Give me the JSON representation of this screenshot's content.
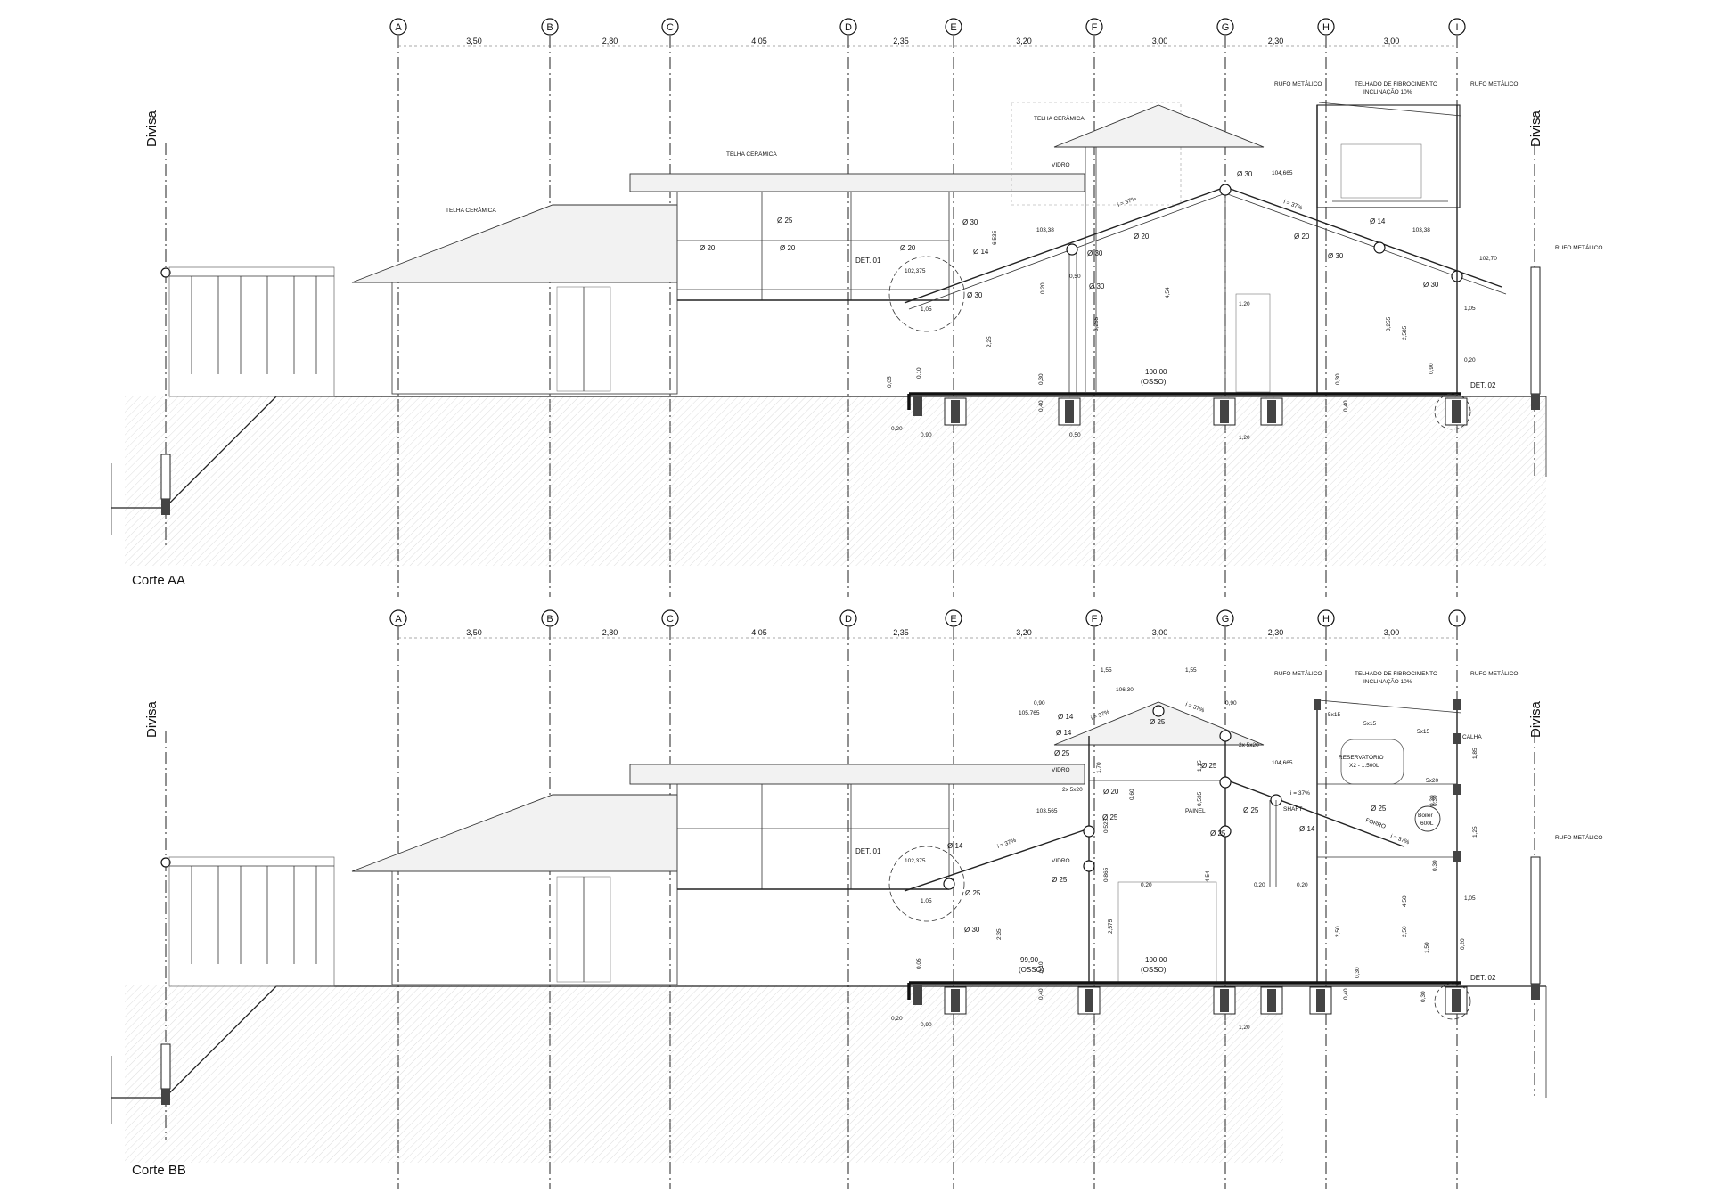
{
  "axes": [
    "A",
    "B",
    "C",
    "D",
    "E",
    "F",
    "G",
    "H",
    "I"
  ],
  "spans": [
    "3,50",
    "2,80",
    "4,05",
    "2,35",
    "3,20",
    "3,00",
    "2,30",
    "3,00"
  ],
  "divisa": "Divisa",
  "section_aa": {
    "title": "Corte AA",
    "labels": {
      "telha_ceramica_1": "TELHA CERÂMICA",
      "telha_ceramica_2": "TELHA CERÂMICA",
      "telha_ceramica_3": "TELHA CERÂMICA",
      "vidro": "VIDRO",
      "rufo_metalico_1": "RUFO METÁLICO",
      "rufo_metalico_2": "RUFO METÁLICO",
      "rufo_metalico_3": "RUFO METÁLICO",
      "telhado_fibrocimento": "TELHADO DE FIBROCIMENTO",
      "inclinacao": "INCLINAÇÃO 10%",
      "det01": "DET. 01",
      "det02": "DET. 02",
      "level_main": "100,00",
      "level_main_sub": "(OSSO)",
      "level_a": "103,38",
      "level_b": "104,665",
      "level_c": "103,38",
      "level_d": "102,375",
      "level_e": "102,70",
      "slope_1": "i = 37%",
      "slope_2": "i = 37%"
    },
    "pipes": [
      "Ø 25",
      "Ø 30",
      "Ø 20",
      "Ø 20",
      "Ø 20",
      "Ø 30",
      "Ø 14",
      "Ø 30",
      "Ø 30",
      "Ø 20",
      "Ø 30",
      "Ø 20",
      "Ø 14",
      "Ø 30",
      "Ø 30"
    ],
    "dims": [
      "6,535",
      "0,50",
      "0,20",
      "3,255",
      "4,54",
      "2,25",
      "1,05",
      "0,05",
      "0,10",
      "0,20",
      "0,90",
      "0,30",
      "0,40",
      "0,50",
      "1,20",
      "0,30",
      "0,40",
      "3,255",
      "2,585",
      "0,90",
      "1,05",
      "0,20",
      "1,20"
    ]
  },
  "section_bb": {
    "title": "Corte BB",
    "labels": {
      "reservatorio": "RESERVATÓRIO",
      "reservatorio_cap": "X2 - 1.500L",
      "boiler": "Boiler",
      "boiler_cap": "600L",
      "calha": "CALHA",
      "shaft": "SHAFT",
      "painel": "PAINEL",
      "forro": "FORRO",
      "vidro_1": "VIDRO",
      "vidro_2": "VIDRO",
      "rufo_metalico_1": "RUFO METÁLICO",
      "rufo_metalico_2": "RUFO METÁLICO",
      "rufo_metalico_3": "RUFO METÁLICO",
      "telhado_fibrocimento": "TELHADO DE FIBROCIMENTO",
      "inclinacao": "INCLINAÇÃO 10%",
      "det01": "DET. 01",
      "det02": "DET. 02",
      "level_main": "100,00",
      "level_main_sub": "(OSSO)",
      "level_low": "99,90",
      "level_low_sub": "(OSSO)",
      "level_a": "105,765",
      "level_b": "106,30",
      "level_c": "104,665",
      "level_d": "103,565",
      "level_e": "102,375",
      "slope_1": "i = 37%",
      "slope_2": "i = 37%",
      "slope_3": "i = 37%",
      "slope_4": "i = 37%",
      "slope_5": "i = 37%",
      "sec_2x_1": "2x 5x20",
      "sec_2x_2": "2x 5x20",
      "sec_5x15_1": "5x15",
      "sec_5x15_2": "5x15",
      "sec_5x15_3": "5x15",
      "sec_5x20": "5x20"
    },
    "pipes": [
      "Ø 25",
      "Ø 14",
      "Ø 25",
      "Ø 20",
      "Ø 25",
      "Ø 25",
      "Ø 25",
      "Ø 25",
      "Ø 25",
      "Ø 14",
      "Ø 14",
      "Ø 25",
      "Ø 14",
      "Ø 30",
      "Ø 25"
    ],
    "dims": [
      "1,55",
      "1,55",
      "0,90",
      "0,90",
      "1,70",
      "0,60",
      "1,15",
      "0,535",
      "0,525",
      "0,865",
      "4,54",
      "2,575",
      "2,35",
      "1,05",
      "0,05",
      "0,10",
      "0,20",
      "0,90",
      "0,40",
      "1,20",
      "0,20",
      "0,20",
      "0,20",
      "2,50",
      "2,50",
      "0,30",
      "4,50",
      "1,85",
      "0,30",
      "1,25",
      "1,05",
      "0,20",
      "1,50",
      "0,30",
      "0,40",
      "0,30",
      "0,30"
    ]
  }
}
